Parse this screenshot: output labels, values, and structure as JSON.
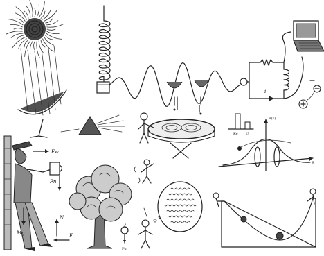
{
  "labels": {
    "force_fw": "Fw",
    "force_fn": "Fn",
    "force_mg": "Mg",
    "force_n": "N",
    "force_f": "F",
    "current_i": "i",
    "b_field": "B(x)",
    "axis_r": "R",
    "ke_bar": "Ke",
    "u_bar": "U",
    "apple_fg": "Fg"
  },
  "colors": {
    "ink": "#222222",
    "paper": "#ffffff"
  }
}
